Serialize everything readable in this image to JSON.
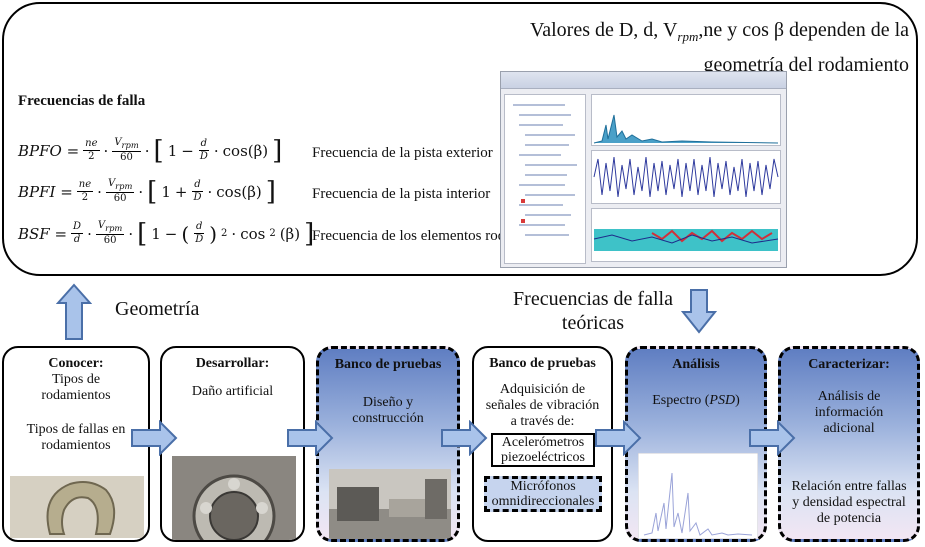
{
  "top": {
    "note_line1": "Valores de D, d, V",
    "note_sub": "rpm",
    "note_line1b": ",ne y cos β dependen de la",
    "note_line2": "geometría del rodamiento",
    "freq_title": "Frecuencias de falla",
    "formulas": [
      {
        "lhs": "BPFO =",
        "desc": "Frecuencia de la pista exterior"
      },
      {
        "lhs": "BPFI =",
        "desc": "Frecuencia de la pista interior"
      },
      {
        "lhs": "BSF =",
        "desc": "Frecuencia de los elementos rodantes"
      }
    ],
    "f_ne": "ne",
    "f_two": "2",
    "f_vrpm": "V",
    "f_rpm": "rpm",
    "f_sixty": "60",
    "f_D": "D",
    "f_d": "d",
    "f_cos": "cos(β)",
    "f_cos2": "cos",
    "f_beta2": "(β)",
    "f_one": "1",
    "f_minus": "−",
    "f_plus": "+",
    "f_dot": "·",
    "f_sq": "2"
  },
  "labels": {
    "geometria": "Geometría",
    "frecuencias_line1": "Frecuencias de falla",
    "frecuencias_line2": "teóricas"
  },
  "boxes": [
    {
      "title": "Conocer:",
      "l1": "Tipos de",
      "l2": "rodamientos",
      "l3": "Tipos de fallas en",
      "l4": "rodamientos"
    },
    {
      "title": "Desarrollar:",
      "l1": "Daño artificial"
    },
    {
      "title": "Banco de pruebas",
      "l1": "Diseño y",
      "l2": "construcción"
    },
    {
      "title": "Banco de pruebas",
      "l1": "Adquisición de",
      "l2": "señales de vibración",
      "l3": "a través de:",
      "s1a": "Acelerómetros",
      "s1b": "piezoeléctricos",
      "s2a": "Micrófonos",
      "s2b": "omnidireccionales"
    },
    {
      "title": "Análisis",
      "l1": "Espectro (",
      "l1i": "PSD",
      "l1e": ")"
    },
    {
      "title": "Caracterizar:",
      "l1": "Análisis de",
      "l2": "información",
      "l3": "adicional",
      "l4": "Relación entre fallas",
      "l5": "y densidad espectral",
      "l6": "de potencia"
    }
  ],
  "colors": {
    "box_blue_top": "#5f7ec2",
    "arrow_fill": "#a9c3ea",
    "arrow_stroke": "#4a6fa8"
  }
}
